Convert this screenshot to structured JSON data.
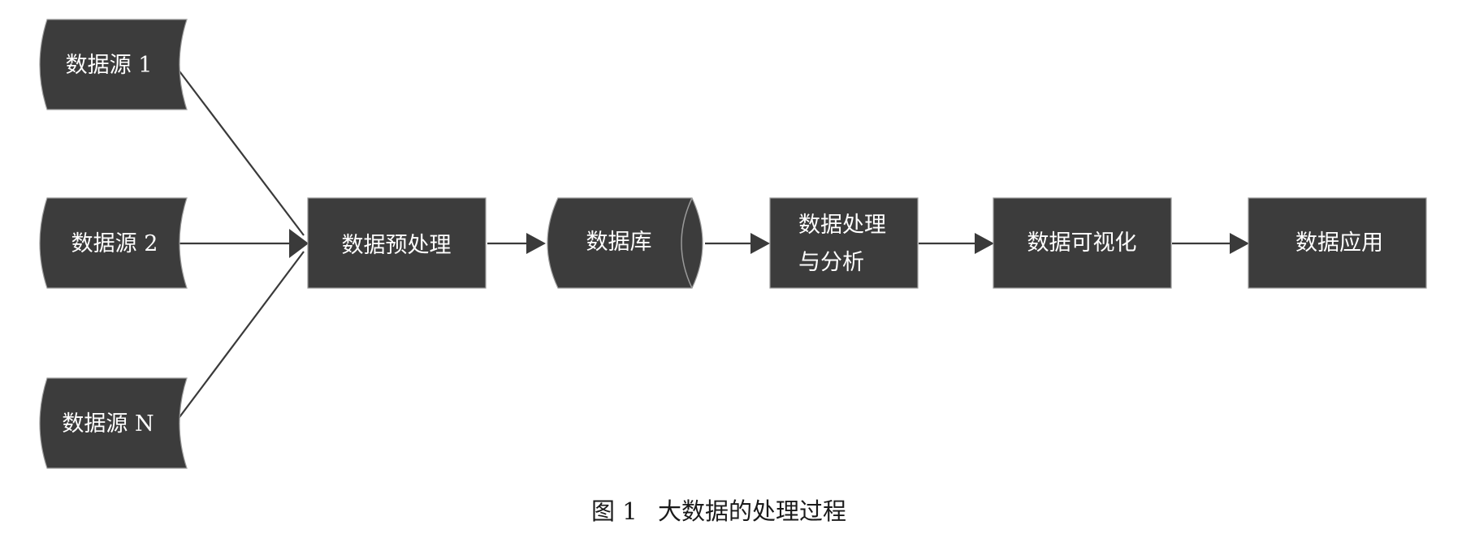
{
  "nodes": {
    "source_1": {
      "label": "数据源 1"
    },
    "source_2": {
      "label": "数据源 2"
    },
    "source_n": {
      "label": "数据源 N"
    },
    "preprocess": {
      "label": "数据预处理"
    },
    "database": {
      "label": "数据库"
    },
    "process_analysis": {
      "label_line1": "数据处理",
      "label_line2": "与分析"
    },
    "visualization": {
      "label": "数据可视化"
    },
    "application": {
      "label": "数据应用"
    }
  },
  "caption": {
    "figure_number": "图 1",
    "title": "大数据的处理过程"
  },
  "colors": {
    "node_fill": "#3c3c3c",
    "node_text": "#ffffff",
    "edge": "#3a3a3a"
  }
}
